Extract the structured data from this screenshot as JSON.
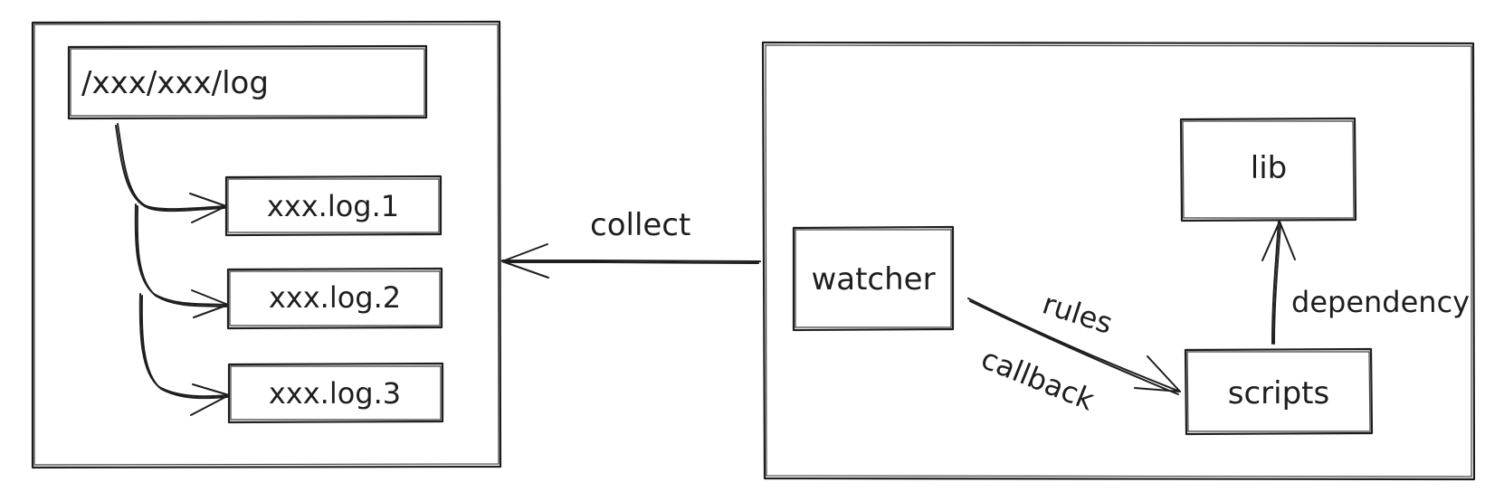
{
  "diagram": {
    "nodes": {
      "log_dir": "/xxx/xxx/log",
      "log_file_1": "xxx.log.1",
      "log_file_2": "xxx.log.2",
      "log_file_3": "xxx.log.3",
      "watcher": "watcher",
      "scripts": "scripts",
      "lib": "lib"
    },
    "edges": {
      "collect": "collect",
      "rules": "rules",
      "callback": "callback",
      "dependency": "dependency"
    }
  },
  "colors": {
    "stroke": "#1e1e1e",
    "background": "#ffffff"
  }
}
